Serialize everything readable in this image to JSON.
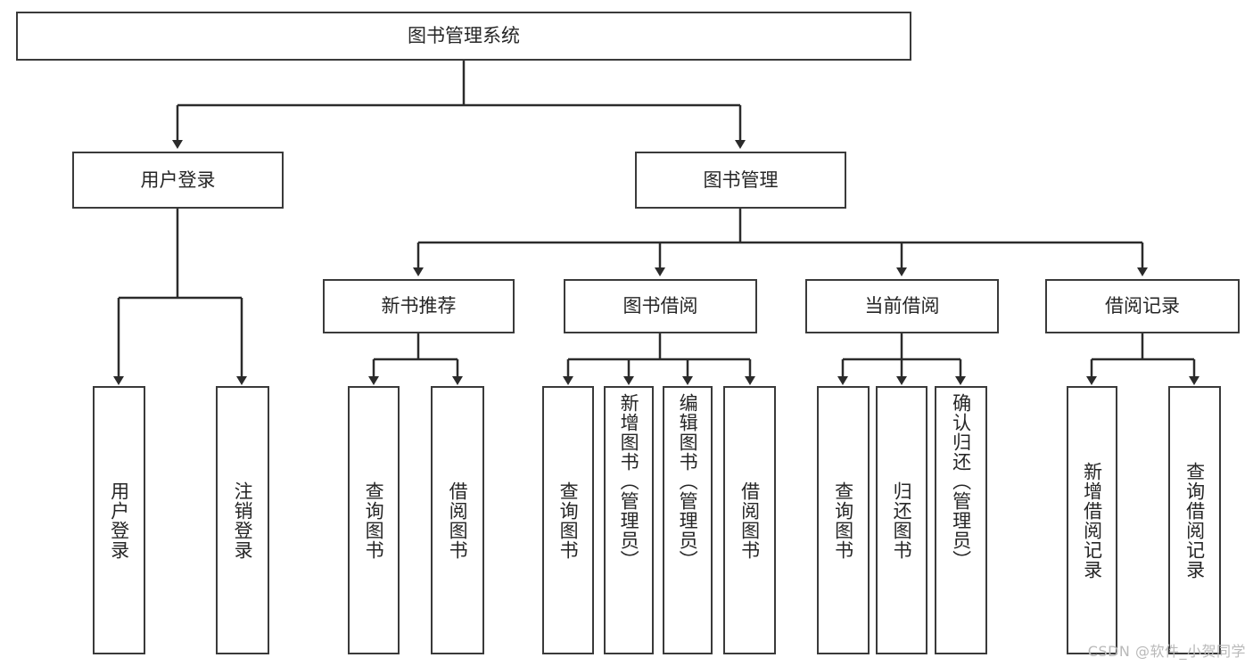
{
  "diagram": {
    "title": "图书管理系统",
    "watermark": "CSDN @软件_小贺同学",
    "colors": {
      "box_border": "#3a3a3a",
      "box_fill": "#ffffff",
      "edge": "#2b2b2b",
      "text": "#262626",
      "watermark": "#b9b9b9"
    },
    "nodes": {
      "root": {
        "label": "图书管理系统"
      },
      "user_login": {
        "label": "用户登录"
      },
      "book_manage": {
        "label": "图书管理"
      },
      "new_book_rec": {
        "label": "新书推荐"
      },
      "book_borrow": {
        "label": "图书借阅"
      },
      "current_borrow": {
        "label": "当前借阅"
      },
      "borrow_record": {
        "label": "借阅记录"
      },
      "leaf_user_login": {
        "label": "用户登录"
      },
      "leaf_logout": {
        "label": "注销登录"
      },
      "leaf_query_book_1": {
        "label": "查询图书"
      },
      "leaf_borrow_book_1": {
        "label": "借阅图书"
      },
      "leaf_query_book_2": {
        "label": "查询图书"
      },
      "leaf_add_book": {
        "label": "新增图书（管理员）"
      },
      "leaf_edit_book": {
        "label": "编辑图书（管理员）"
      },
      "leaf_borrow_book_2": {
        "label": "借阅图书"
      },
      "leaf_query_book_3": {
        "label": "查询图书"
      },
      "leaf_return_book": {
        "label": "归还图书"
      },
      "leaf_confirm_return": {
        "label": "确认归还（管理员）"
      },
      "leaf_add_record": {
        "label": "新增借阅记录"
      },
      "leaf_query_record": {
        "label": "查询借阅记录"
      }
    }
  }
}
